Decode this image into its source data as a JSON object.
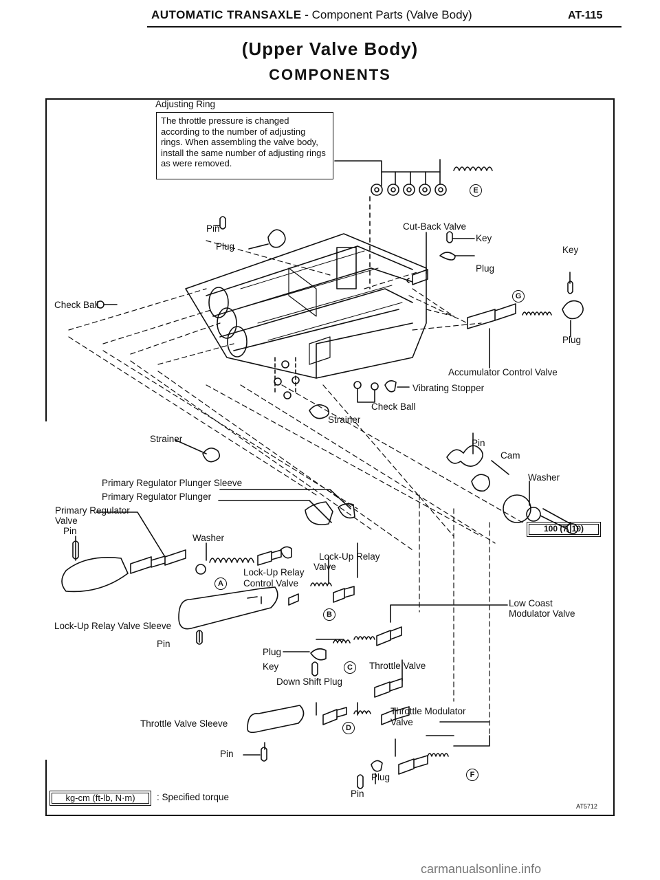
{
  "header": {
    "section": "AUTOMATIC TRANSAXLE",
    "subtitle": " - Component Parts (Valve Body)",
    "page_number": "AT-115"
  },
  "title": {
    "line1": "(Upper Valve Body)",
    "line2": "COMPONENTS"
  },
  "note": {
    "heading": "Adjusting Ring",
    "text": "The throttle pressure is changed according to the number of adjusting rings. When assembling the valve body, install the same number of adjusting rings as were removed."
  },
  "labels": {
    "pin_top": "Pin",
    "plug_top": "Plug",
    "check_ball_left": "Check Ball",
    "cut_back_valve": "Cut-Back Valve",
    "key_cutback": "Key",
    "key_right": "Key",
    "plug_cutback": "Plug",
    "plug_right": "Plug",
    "accumulator_control_valve": "Accumulator Control Valve",
    "vibrating_stopper": "Vibrating Stopper",
    "check_ball_center": "Check Ball",
    "strainer_center": "Strainer",
    "strainer_left": "Strainer",
    "pin_cam": "Pin",
    "cam": "Cam",
    "washer_right": "Washer",
    "primary_regulator_plunger_sleeve": "Primary Regulator Plunger Sleeve",
    "primary_regulator_plunger": "Primary Regulator Plunger",
    "primary_regulator_valve_1": "Primary Regulator",
    "primary_regulator_valve_2": "Valve",
    "pin_regulator": "Pin",
    "washer_left": "Washer",
    "lock_up_relay_valve_1": "Lock-Up Relay",
    "lock_up_relay_valve_2": "Valve",
    "lock_up_relay_control_valve_1": "Lock-Up Relay",
    "lock_up_relay_control_valve_2": "Control Valve",
    "lock_up_relay_valve_sleeve": "Lock-Up Relay Valve Sleeve",
    "low_coast_modulator_valve_1": "Low Coast",
    "low_coast_modulator_valve_2": "Modulator Valve",
    "pin_sleeve": "Pin",
    "plug_throttle": "Plug",
    "key_throttle": "Key",
    "throttle_valve": "Throttle Valve",
    "down_shift_plug": "Down Shift Plug",
    "throttle_modulator_valve_1": "Throttle Modulator",
    "throttle_modulator_valve_2": "Valve",
    "throttle_valve_sleeve": "Throttle Valve Sleeve",
    "pin_throttle_sleeve": "Pin",
    "plug_bottom": "Plug",
    "pin_bottom": "Pin"
  },
  "spring_markers": [
    "A",
    "B",
    "C",
    "D",
    "E",
    "F",
    "G"
  ],
  "torque_value": "100 (7, 10)",
  "legend": {
    "unit_box": "kg-cm (ft-lb, N·m)",
    "description": ": Specified torque"
  },
  "figure_id": "AT5712",
  "watermark": "carmanualsonline.info"
}
